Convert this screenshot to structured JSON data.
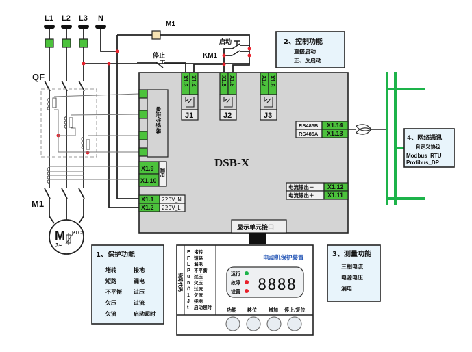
{
  "supply": {
    "phases": [
      "L1",
      "L2",
      "L3",
      "N"
    ],
    "breaker_label": "QF",
    "contactor_label": "M1",
    "motor": {
      "symbol": "M",
      "phase_note": "3~",
      "sensor": "PTC"
    }
  },
  "control_circuit": {
    "coil_label": "M1",
    "stop_label": "停止",
    "start_label": "启动",
    "aux_contact_label": "KM1"
  },
  "module": {
    "title": "DSB-X",
    "current_transformer_label": "电流传感器",
    "leakage_label": "漏电",
    "relays": [
      {
        "name": "J1",
        "terminals": [
          "X1.3",
          "X1.4"
        ]
      },
      {
        "name": "J2",
        "terminals": [
          "X1.5",
          "X1.6"
        ]
      },
      {
        "name": "J3",
        "terminals": [
          "X1.7",
          "X1.8"
        ]
      }
    ],
    "leakage_terminals": [
      "X1.9",
      "X1.10"
    ],
    "power_terminals": [
      {
        "terminal": "X1.1",
        "label": "220V_N"
      },
      {
        "terminal": "X1.2",
        "label": "220V_L"
      }
    ],
    "comm_terminals": [
      {
        "label": "RS485B",
        "terminal": "X1.14"
      },
      {
        "label": "RS485A",
        "terminal": "X1.13"
      }
    ],
    "analog_terminals": [
      {
        "label": "电流输出－",
        "terminal": "X1.12"
      },
      {
        "label": "电流输出＋",
        "terminal": "X1.11"
      }
    ],
    "display_port_label": "显示单元接口"
  },
  "display_unit": {
    "title": "电动机保护装置",
    "fault_code_header": "故障代码",
    "fault_codes": [
      {
        "code": "E",
        "desc": "堵转"
      },
      {
        "code": "Γ",
        "desc": "短路"
      },
      {
        "code": "L",
        "desc": "漏电"
      },
      {
        "code": "P",
        "desc": "不平衡"
      },
      {
        "code": "u",
        "desc": "过压"
      },
      {
        "code": "n",
        "desc": "欠压"
      },
      {
        "code": "Ո",
        "desc": "过流"
      },
      {
        "code": "1",
        "desc": "欠流"
      },
      {
        "code": "J",
        "desc": "接地"
      },
      {
        "code": "t",
        "desc": "启动超时"
      }
    ],
    "indicators": [
      {
        "label": "运行",
        "color": "#1db34a"
      },
      {
        "label": "故障",
        "color": "#e8202a"
      },
      {
        "label": "设置",
        "color": "#e8202a"
      }
    ],
    "readout": "8888",
    "buttons": [
      "功能",
      "移位",
      "增加",
      "停止/复位"
    ]
  },
  "feature_boxes": {
    "protection": {
      "title": "1、保护功能",
      "items": [
        "堵转",
        "接地",
        "短路",
        "漏电",
        "不平衡",
        "过压",
        "欠压",
        "过流",
        "欠流",
        "启动超时"
      ]
    },
    "control": {
      "title": "2、控制功能",
      "items": [
        "直接启动",
        "正、反启动"
      ]
    },
    "measurement": {
      "title": "3、测量功能",
      "items": [
        "三相电流",
        "电源电压",
        "漏电"
      ]
    },
    "network": {
      "title": "4、网络通讯",
      "items": [
        "自定义协议",
        "Modbus_RTU",
        "Profibus_DP"
      ]
    }
  },
  "colors": {
    "terminal_green": "#4cc23c",
    "bus_green": "#1db34a",
    "module_gray": "#d4d4d4",
    "box_blue": "#e8f4fb",
    "junction_red": "#e8202a"
  }
}
